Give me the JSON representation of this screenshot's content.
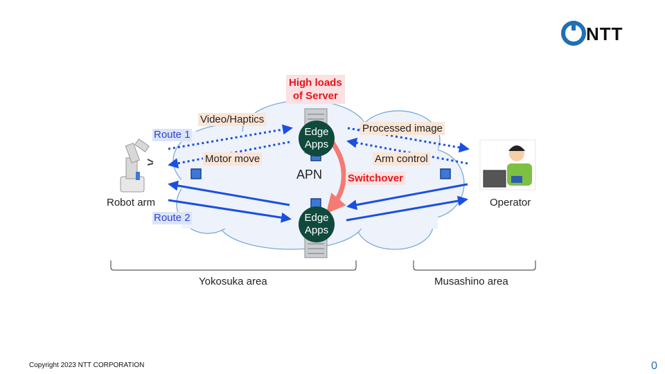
{
  "logo": {
    "text": "NTT"
  },
  "labels": {
    "high_loads": "High loads\nof Server",
    "video_haptics": "Video/Haptics",
    "motor_move": "Motor move",
    "processed_image": "Processed image",
    "arm_control": "Arm control",
    "route1": "Route 1",
    "route2": "Route 2",
    "apn": "APN",
    "switchover": "Switchover",
    "robot_arm": "Robot arm",
    "operator": "Operator",
    "edge_apps_top": "Edge\nApps",
    "edge_apps_bottom": "Edge\nApps",
    "yokosuka": "Yokosuka area",
    "musashino": "Musashino area"
  },
  "colors": {
    "route_blue": "#1b4fe0",
    "alert_red": "#e8141d",
    "switch_arrow": "#f47a73",
    "edge_green": "#0f4a3c",
    "cloud_fill": "#eef2fb",
    "cloud_stroke": "#6fa3d6",
    "logo_blue": "#1f6fb5"
  },
  "footer": {
    "copyright": "Copyright 2023 NTT CORPORATION",
    "page": "0"
  }
}
